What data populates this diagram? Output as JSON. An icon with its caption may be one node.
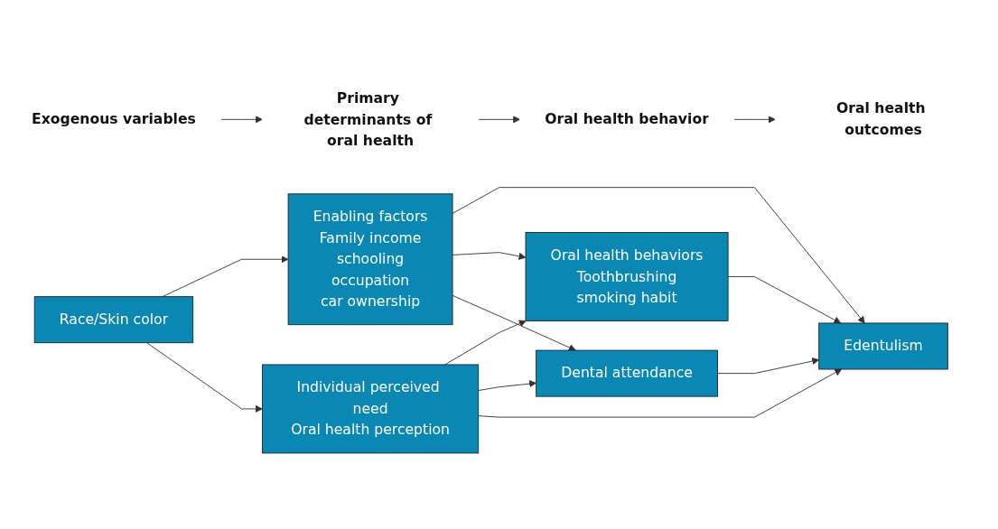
{
  "diagram": {
    "nodes": [
      {
        "text": [
          "Exogenous variables"
        ]
      },
      {
        "text": [
          "Primary determinants of oral health"
        ]
      },
      {
        "text": [
          "Oral health behavior"
        ]
      },
      {
        "text": [
          "Oral health outcomes"
        ]
      },
      {
        "text": [
          "Race/Skin color"
        ]
      },
      {
        "text": [
          "Enabling factors",
          "Family income",
          "schooling",
          "occupation",
          "car ownership"
        ]
      },
      {
        "text": [
          "Oral health behaviors",
          "Toothbrushing",
          "smoking habit"
        ]
      },
      {
        "text": [
          "Dental attendance"
        ]
      },
      {
        "text": [
          "Individual perceived need",
          "Oral health perception"
        ]
      },
      {
        "text": [
          "Edentulism"
        ]
      }
    ],
    "edges": [
      {
        "from": 0,
        "to": 1,
        "arrow": "to"
      },
      {
        "from": 1,
        "to": 2,
        "arrow": "to"
      },
      {
        "from": 2,
        "to": 3,
        "arrow": "to"
      },
      {
        "from": 4,
        "to": 5,
        "arrow": "to"
      },
      {
        "from": 4,
        "to": 8,
        "arrow": "to"
      },
      {
        "from": 5,
        "to": 9,
        "arrow": "to"
      },
      {
        "from": 5,
        "to": 6,
        "arrow": "to"
      },
      {
        "from": 5,
        "to": 7,
        "arrow": "to"
      },
      {
        "from": 8,
        "to": 6,
        "arrow": "to"
      },
      {
        "from": 8,
        "to": 7,
        "arrow": "to"
      },
      {
        "from": 8,
        "to": 9,
        "arrow": "to"
      },
      {
        "from": 6,
        "to": 9,
        "arrow": "to"
      },
      {
        "from": 7,
        "to": 9,
        "arrow": "to"
      }
    ]
  }
}
